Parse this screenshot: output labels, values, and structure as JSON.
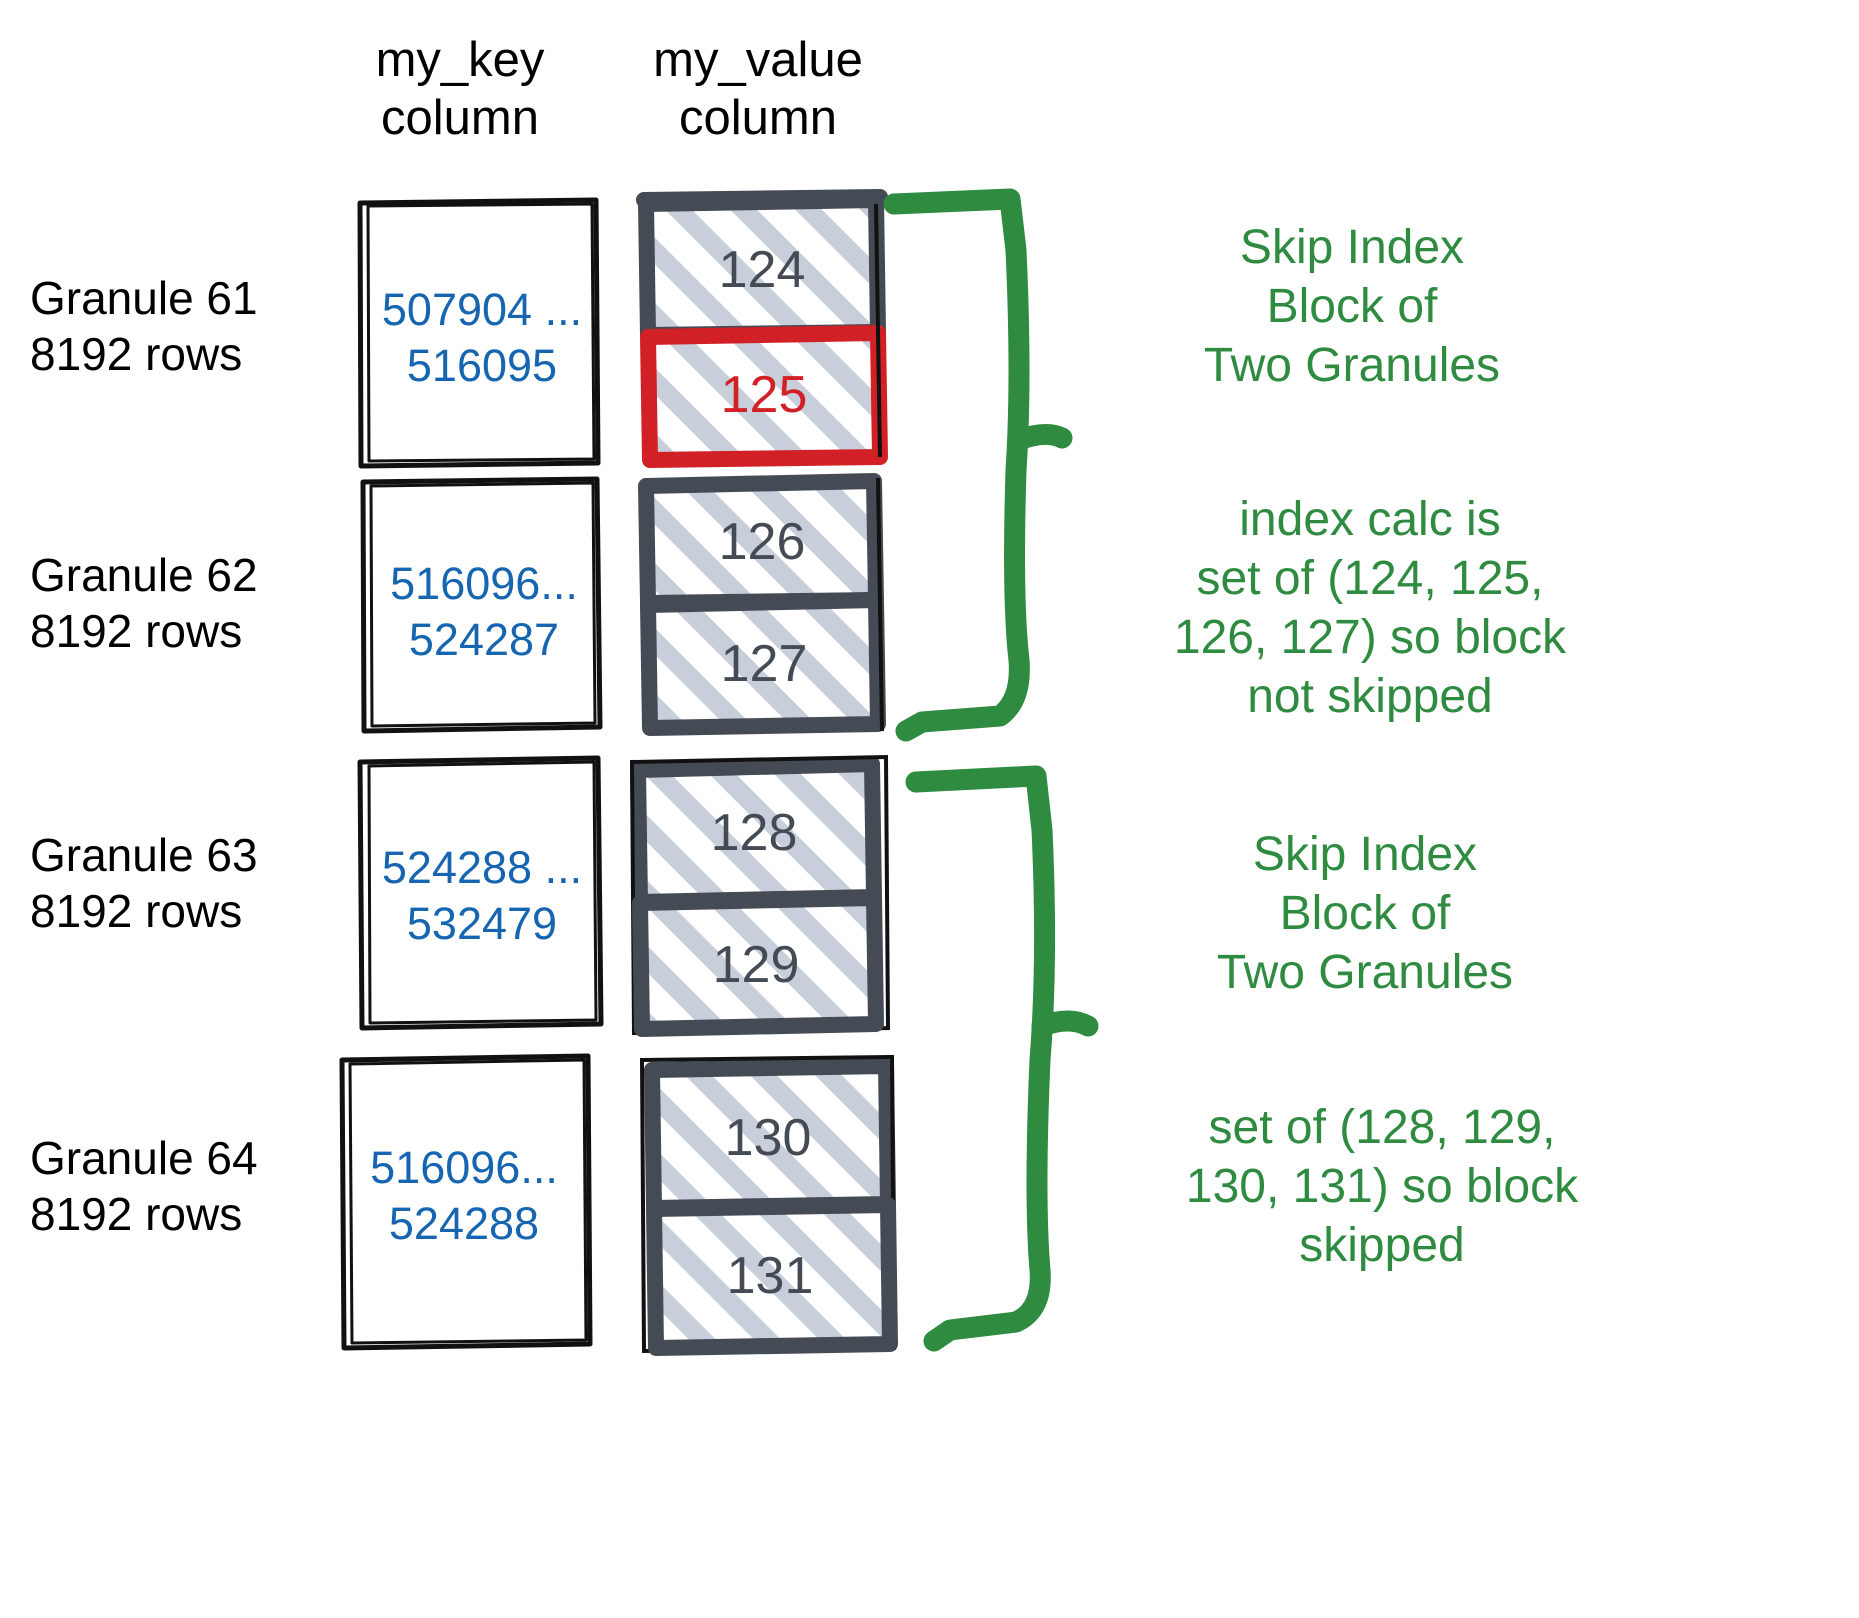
{
  "headers": [
    {
      "label": "my_key\ncolumn"
    },
    {
      "label": "my_value\ncolumn"
    }
  ],
  "granules": [
    {
      "name": "Granule 61\n8192 rows",
      "key_range": "507904 ...\n516095",
      "values": [
        {
          "text": "124",
          "highlight": false
        },
        {
          "text": "125",
          "highlight": true
        }
      ]
    },
    {
      "name": "Granule 62\n8192 rows",
      "key_range": "516096...\n524287",
      "values": [
        {
          "text": "126",
          "highlight": false
        },
        {
          "text": "127",
          "highlight": false
        }
      ]
    },
    {
      "name": "Granule 63\n8192 rows",
      "key_range": "524288 ...\n532479",
      "values": [
        {
          "text": "128",
          "highlight": false
        },
        {
          "text": "129",
          "highlight": false
        }
      ]
    },
    {
      "name": "Granule 64\n8192 rows",
      "key_range": "516096...\n524288",
      "values": [
        {
          "text": "130",
          "highlight": false
        },
        {
          "text": "131",
          "highlight": false
        }
      ]
    }
  ],
  "notes": [
    {
      "text": "Skip Index\nBlock of\nTwo Granules"
    },
    {
      "text": "index calc is\nset of (124, 125,\n126, 127) so block\nnot skipped"
    },
    {
      "text": "Skip Index\nBlock of\nTwo Granules"
    },
    {
      "text": "set of (128, 129,\n130, 131) so block\nskipped"
    }
  ],
  "colors": {
    "key_text": "#1565b0",
    "value_border": "#454b54",
    "value_hatch": "#c8cfdb",
    "highlight": "#d22027",
    "annotation": "#2e8b40",
    "outline": "#111111"
  }
}
